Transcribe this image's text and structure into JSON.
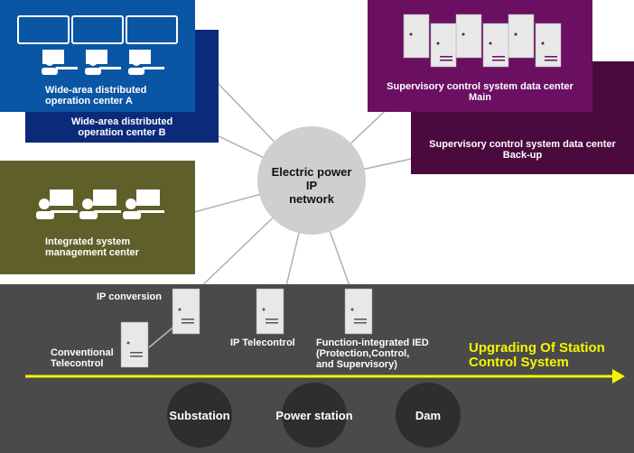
{
  "nodes": {
    "op_a": "Wide-area distributed\noperation center A",
    "op_b": "Wide-area distributed\noperation center B",
    "dc_main": "Supervisory control system data center\nMain",
    "dc_backup": "Supervisory control system data center\nBack-up",
    "integrated": "Integrated system\nmanagement center",
    "network": "Electric power\nIP\nnetwork"
  },
  "station": {
    "ip_conversion": "IP conversion",
    "conventional": "Conventional\nTelecontrol",
    "ip_telecontrol": "IP Telecontrol",
    "function_ied": "Function-integrated IED\n(Protection,Control,\nand Supervisory)",
    "upgrading": "Upgrading Of Station\nControl System",
    "sites": [
      "Substation",
      "Power station",
      "Dam"
    ]
  },
  "colors": {
    "op_a": "#0a56a4",
    "op_b": "#0b2a7a",
    "dc_main": "#6b0f62",
    "dc_backup": "#4a0a3e",
    "integrated": "#5f5f2a",
    "station_bg": "#4a4a4a",
    "network": "#cfcfcf",
    "arrow": "#f5f500",
    "site_circle": "#2e2e2e"
  }
}
